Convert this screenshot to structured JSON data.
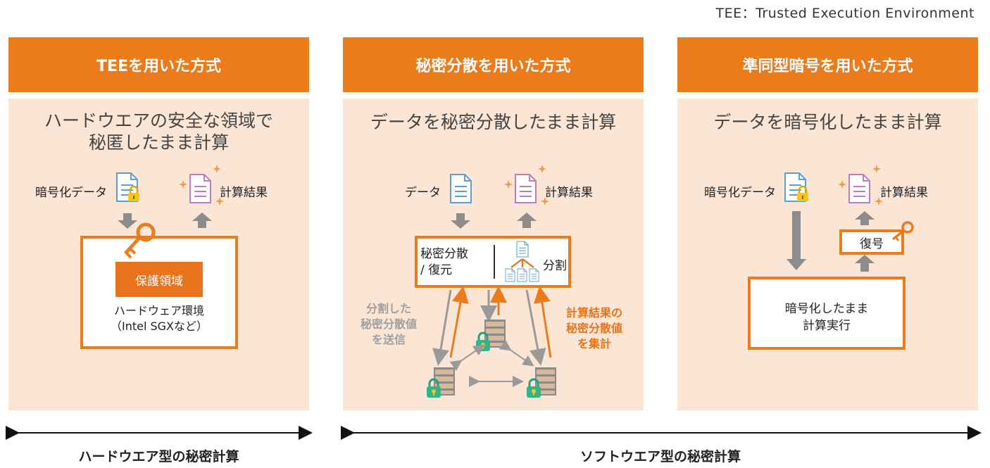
{
  "note": "TEE：Trusted Execution Environment",
  "columns": [
    {
      "header": "TEEを用いた方式",
      "subtitle_line1": "ハードウエアの安全な領域で",
      "subtitle_line2": "秘匿したまま計算",
      "input_label": "暗号化データ",
      "output_label": "計算結果",
      "protected_area": "保護領域",
      "env_line1": "ハードウェア環境",
      "env_line2": "（Intel SGXなど）"
    },
    {
      "header": "秘密分散を用いた方式",
      "subtitle": "データを秘密分散したまま計算",
      "input_label": "データ",
      "output_label": "計算結果",
      "process_line1": "秘密分散",
      "process_line2": "/ 復元",
      "split_label": "分割",
      "send_note_line1": "分割した",
      "send_note_line2": "秘密分散値",
      "send_note_line3": "を送信",
      "aggregate_note_line1": "計算結果の",
      "aggregate_note_line2": "秘密分散値",
      "aggregate_note_line3": "を集計"
    },
    {
      "header": "準同型暗号を用いた方式",
      "subtitle": "データを暗号化したまま計算",
      "input_label": "暗号化データ",
      "output_label": "計算結果",
      "decrypt_label": "復号",
      "exec_line1": "暗号化したまま",
      "exec_line2": "計算実行"
    }
  ],
  "scopes": {
    "hardware": "ハードウエア型の秘密計算",
    "software": "ソフトウエア型の秘密計算"
  },
  "colors": {
    "accent": "#ec7b1c",
    "panel": "#fbe6d6",
    "gray_arrow": "#8c8c8c"
  }
}
